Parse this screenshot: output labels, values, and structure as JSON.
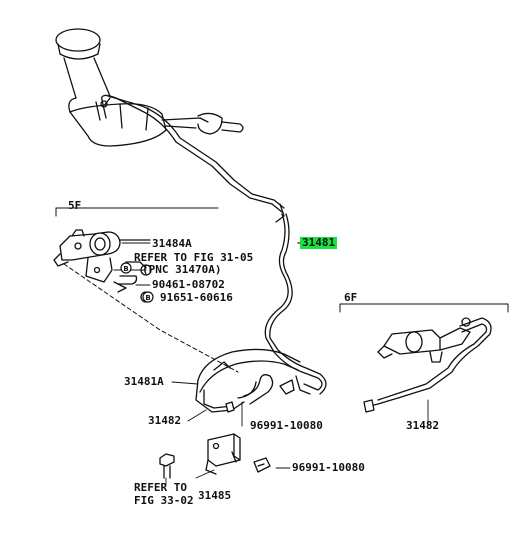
{
  "diagram": {
    "section_labels": {
      "left": "5F",
      "right": "6F"
    },
    "callouts": {
      "part_31481_main": "31481",
      "part_31484A": "31484A",
      "refer_fig_31_05": "REFER TO FIG 31-05",
      "pnc_31470A": "(PNC 31470A)",
      "part_90461_08702": "90461-08702",
      "part_91651_60616": "91651-60616",
      "part_31481A": "31481A",
      "part_31482_left": "31482",
      "part_96991_10080_upper": "96991-10080",
      "part_96991_10080_lower": "96991-10080",
      "refer_to": "REFER TO",
      "fig_33_02": "FIG 33-02",
      "part_31485": "31485",
      "part_31482_right": "31482"
    },
    "marker_glyphs": {
      "marker_1": "B",
      "marker_2": "B"
    },
    "highlight_color": "#16e53f"
  }
}
